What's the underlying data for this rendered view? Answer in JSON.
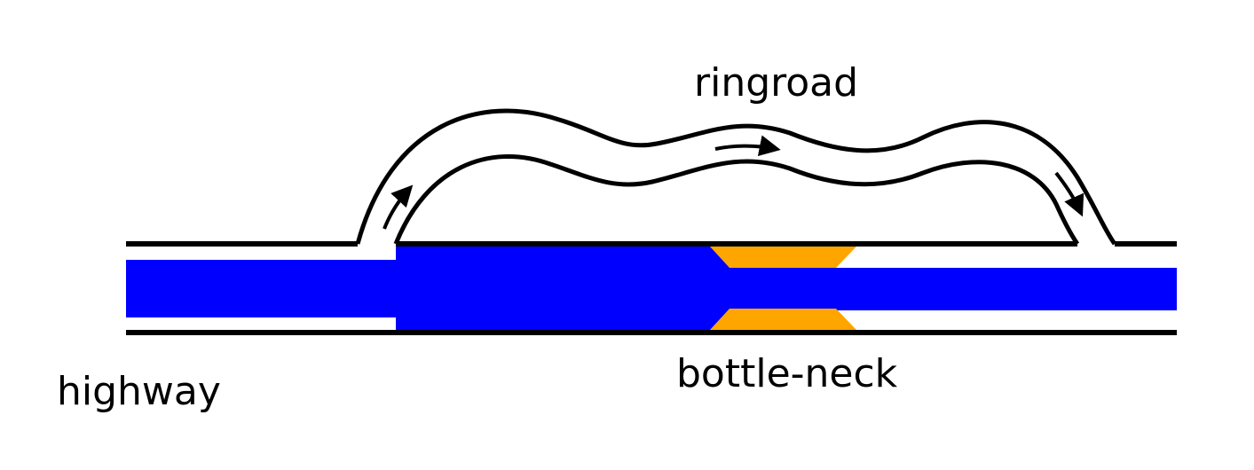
{
  "labels": {
    "ringroad": "ringroad",
    "highway": "highway",
    "bottleneck": "bottle-neck"
  },
  "colors": {
    "traffic": "#0000ff",
    "bottleneck_fill": "#ffa500",
    "road_edge": "#000000",
    "background": "#ffffff"
  },
  "icons": {
    "direction_arrows": [
      "arrow-up-right-icon",
      "arrow-right-icon",
      "arrow-down-right-icon"
    ]
  }
}
